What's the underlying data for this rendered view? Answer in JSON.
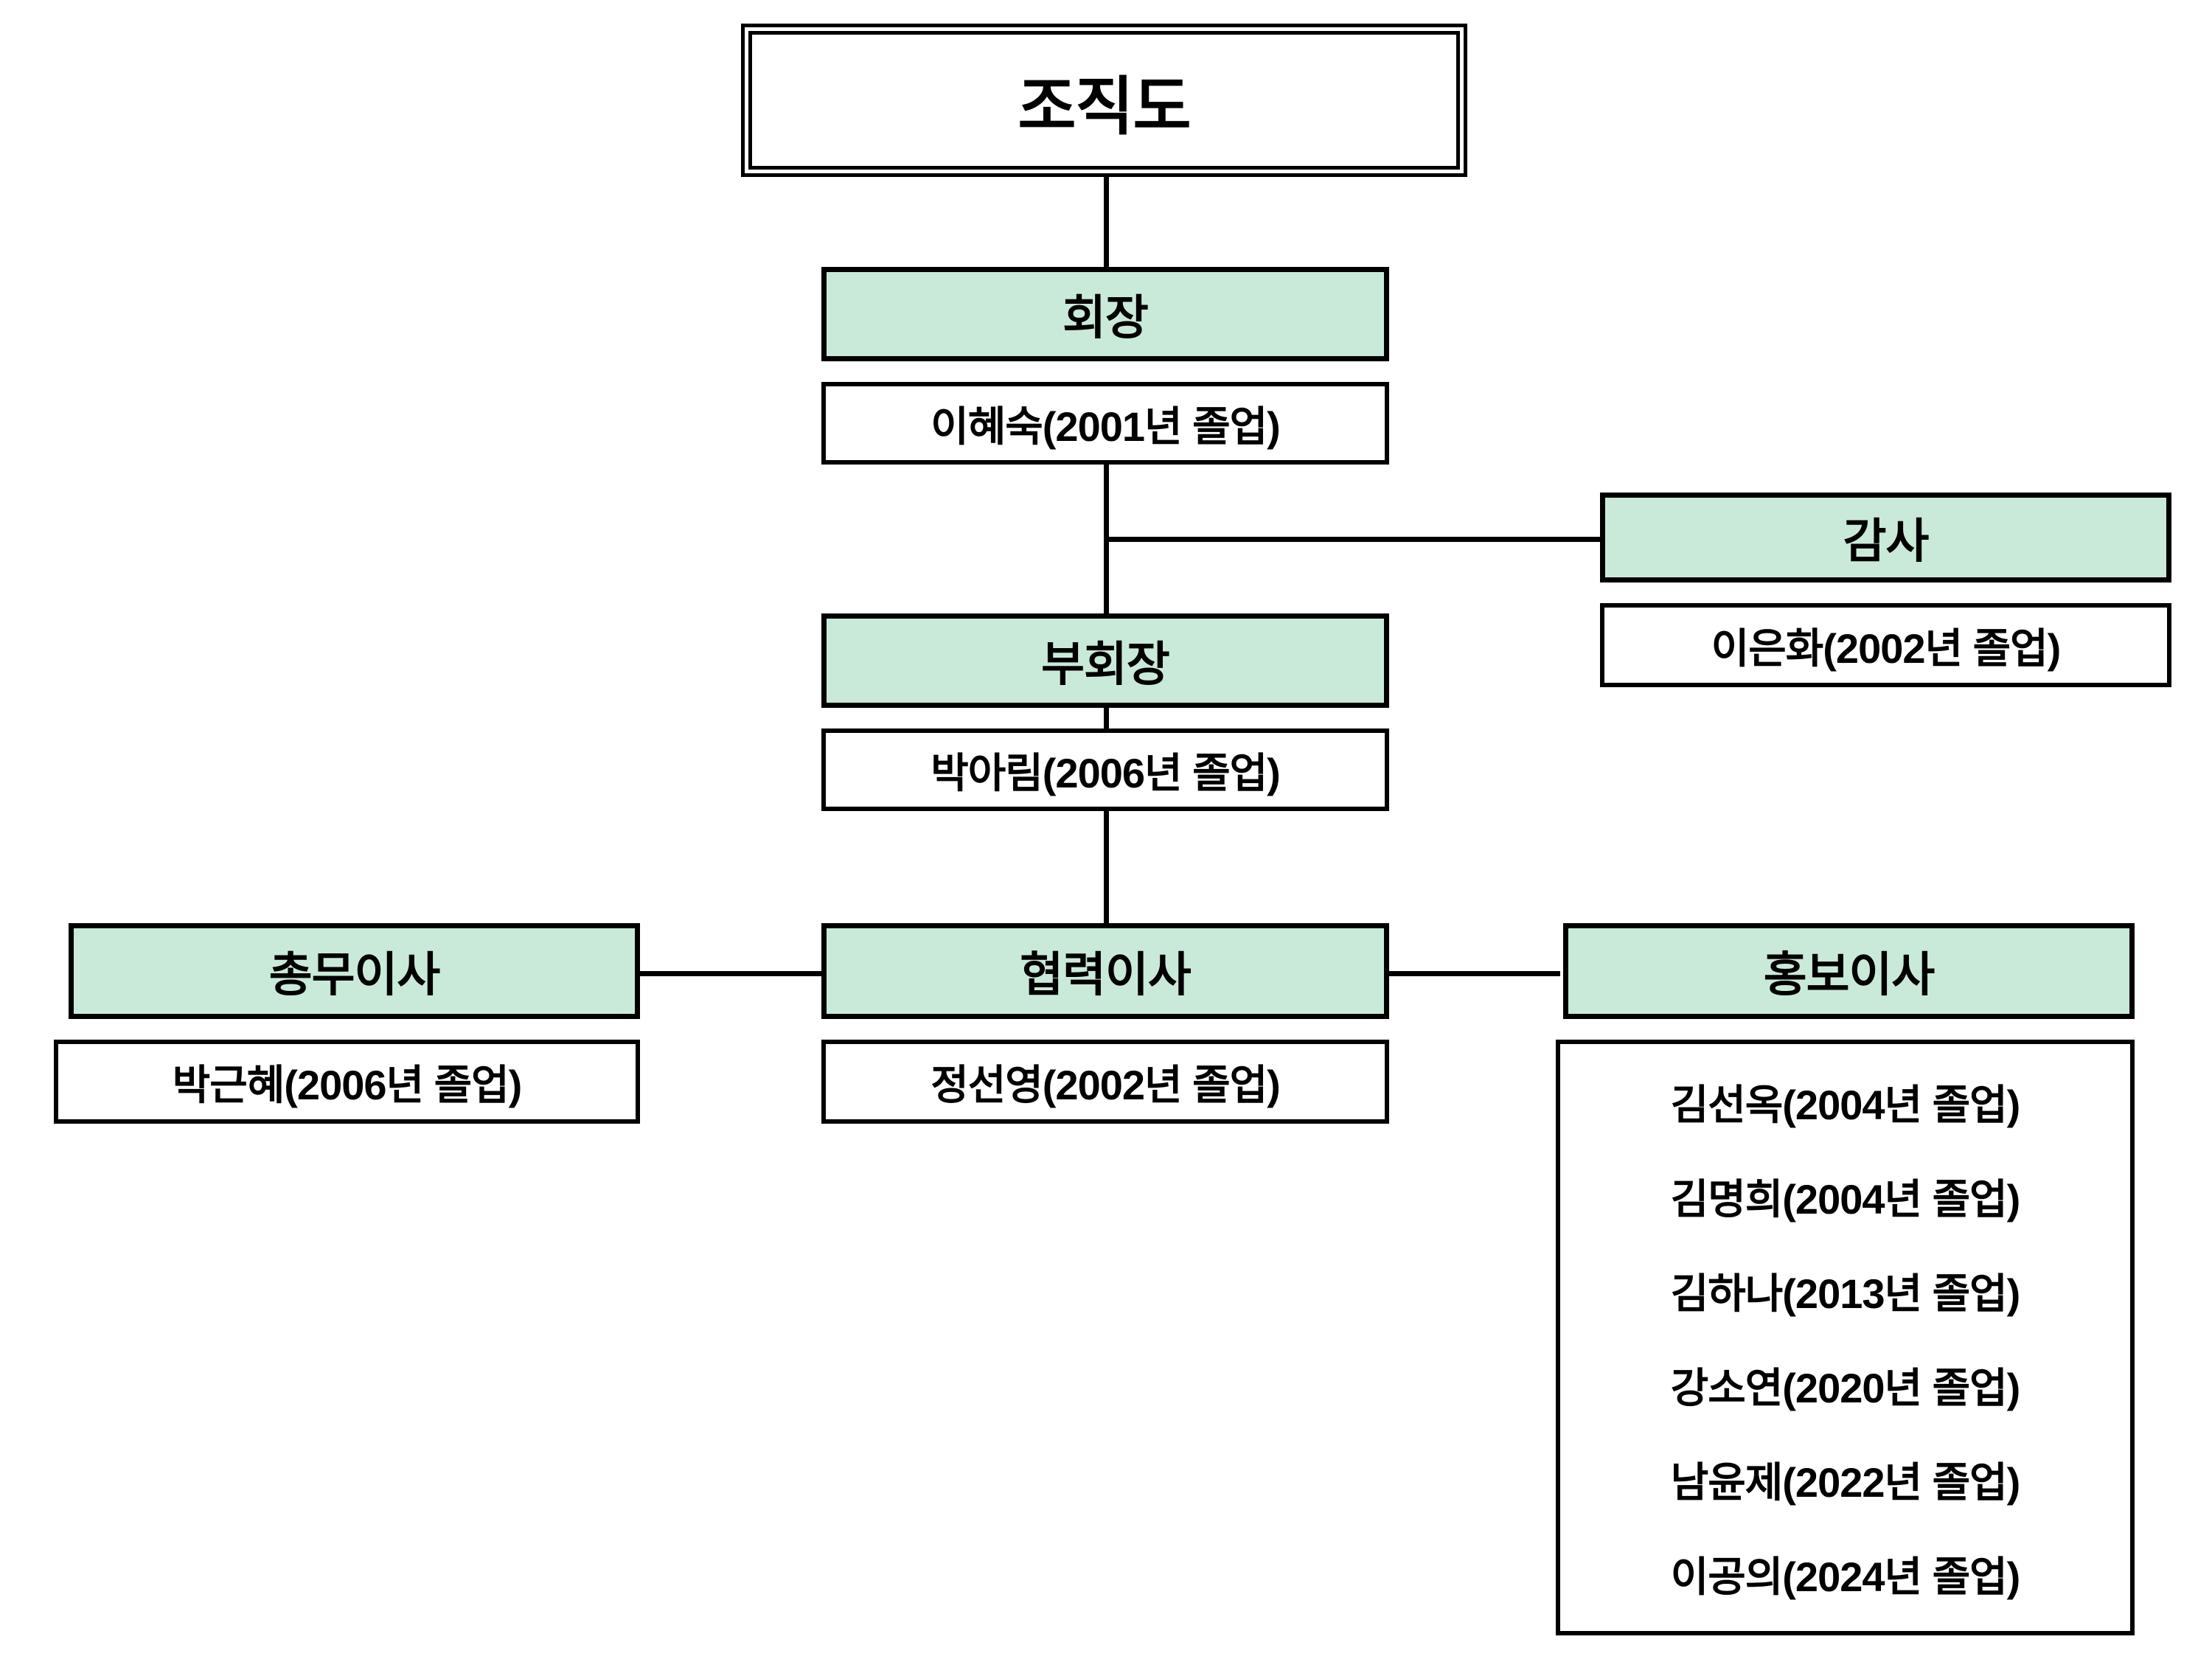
{
  "diagram": {
    "title": "조직도",
    "accent_color": "#c9ead8",
    "line_color": "#000000",
    "background_color": "#ffffff"
  },
  "nodes": {
    "president": {
      "role": "회장",
      "members": [
        "이혜숙(2001년 졸업)"
      ]
    },
    "auditor": {
      "role": "감사",
      "members": [
        "이은화(2002년 졸업)"
      ]
    },
    "vice_president": {
      "role": "부회장",
      "members": [
        "박아림(2006년 졸업)"
      ]
    },
    "general_affairs_director": {
      "role": "총무이사",
      "members": [
        "박근혜(2006년 졸업)"
      ]
    },
    "cooperation_director": {
      "role": "협력이사",
      "members": [
        "정선영(2002년 졸업)"
      ]
    },
    "pr_director": {
      "role": "홍보이사",
      "members": [
        "김선옥(2004년 졸업)",
        "김명희(2004년 졸업)",
        "김하나(2013년 졸업)",
        "강소연(2020년 졸업)",
        "남윤제(2022년 졸업)",
        "이공의(2024년 졸업)"
      ]
    }
  }
}
